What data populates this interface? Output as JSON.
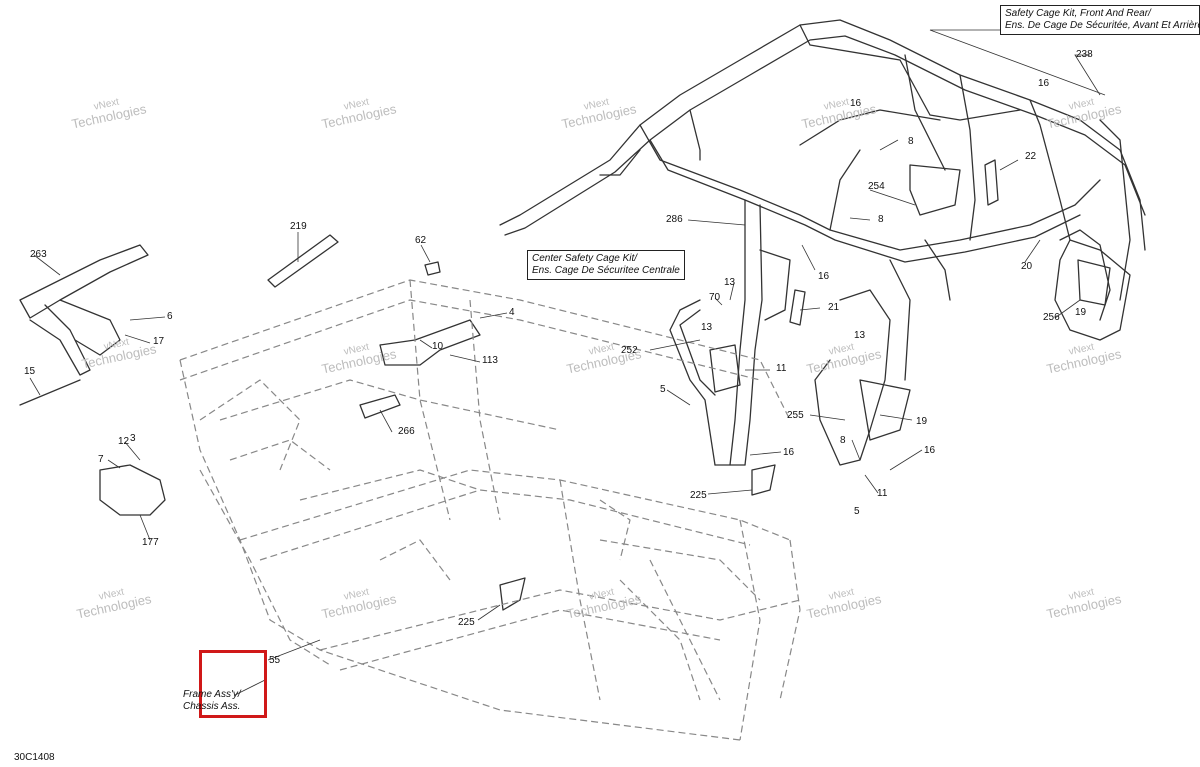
{
  "diagram": {
    "code": "30C1408",
    "labels": {
      "safety_cage_front_rear": [
        "Safety Cage Kit, Front And Rear/",
        "Ens. De Cage De Sécuritée, Avant Et Arrière"
      ],
      "center_safety_cage": [
        "Center Safety Cage Kit/",
        "Ens. Cage De Sécuritee Centrale"
      ],
      "frame_assy": [
        "Frame Ass'y/",
        "Chassis Ass."
      ]
    },
    "watermark": [
      "vNext",
      "Technologies"
    ],
    "callouts": [
      "238",
      "16",
      "16",
      "8",
      "22",
      "254",
      "8",
      "286",
      "16",
      "20",
      "256",
      "19",
      "219",
      "62",
      "263",
      "4",
      "6",
      "17",
      "113",
      "10",
      "15",
      "13",
      "70",
      "13",
      "21",
      "252",
      "13",
      "11",
      "5",
      "255",
      "19",
      "266",
      "12",
      "3",
      "7",
      "177",
      "8",
      "16",
      "16",
      "11",
      "5",
      "225",
      "225",
      "55"
    ],
    "colors": {
      "line": "#333333",
      "dash": "#888888",
      "highlight": "#d01818",
      "watermark": "#bdbdbd"
    }
  }
}
